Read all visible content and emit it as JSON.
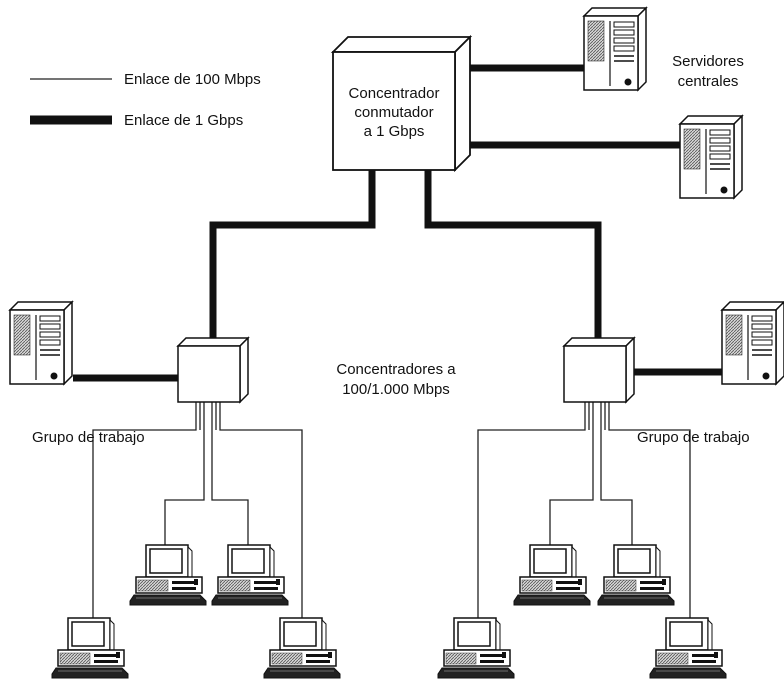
{
  "legend": {
    "thin_label": "Enlace de 100 Mbps",
    "thick_label": "Enlace de 1 Gbps"
  },
  "core_switch": {
    "line1": "Concentrador",
    "line2": "conmutador",
    "line3": "a 1 Gbps"
  },
  "servers_label": {
    "line1": "Servidores",
    "line2": "centrales"
  },
  "hubs_label": {
    "line1": "Concentradores a",
    "line2": "100/1.000 Mbps"
  },
  "left_workgroup_label": "Grupo de trabajo",
  "right_workgroup_label": "Grupo de trabajo",
  "icons": [
    "switch-icon",
    "server-icon",
    "workstation-icon"
  ]
}
